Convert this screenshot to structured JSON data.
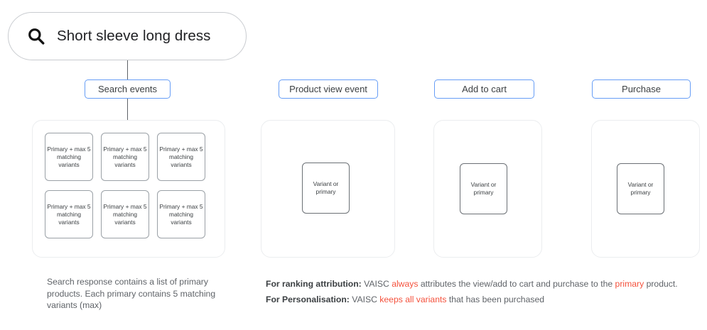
{
  "search": {
    "icon": "search-icon",
    "query": "Short sleeve long dress"
  },
  "stages": [
    {
      "key": "search",
      "label": "Search events"
    },
    {
      "key": "view",
      "label": "Product view event"
    },
    {
      "key": "cart",
      "label": "Add to cart"
    },
    {
      "key": "purchase",
      "label": "Purchase"
    }
  ],
  "search_panel": {
    "cards": [
      "Primary + max 5 matching variants",
      "Primary + max 5 matching variants",
      "Primary + max 5 matching variants",
      "Primary + max 5 matching variants",
      "Primary + max 5 matching variants",
      "Primary + max 5 matching variants"
    ]
  },
  "event_panels": {
    "variant_card_label": "Variant or primary"
  },
  "captions": {
    "left": "Search response contains a list of primary products. Each primary contains 5 matching variants (max)",
    "right": [
      {
        "bold_lead": "For ranking attribution:",
        "part1": " VAISC ",
        "highlight1": "always",
        "part2": " attributes the view/add to cart and purchase to the ",
        "highlight2": "primary",
        "part3": " product."
      },
      {
        "bold_lead": "For Personalisation:",
        "part1": " VAISC ",
        "highlight1": "keeps all variants",
        "part2": " that has been purchased",
        "highlight2": "",
        "part3": ""
      }
    ]
  },
  "colors": {
    "chip_border": "#669df6",
    "panel_border": "#ebedef",
    "card_border": "#9aa0a6",
    "connector": "#5f6368",
    "highlight": "#f4513c",
    "text": "#3c4043",
    "muted_text": "#5f6368"
  }
}
